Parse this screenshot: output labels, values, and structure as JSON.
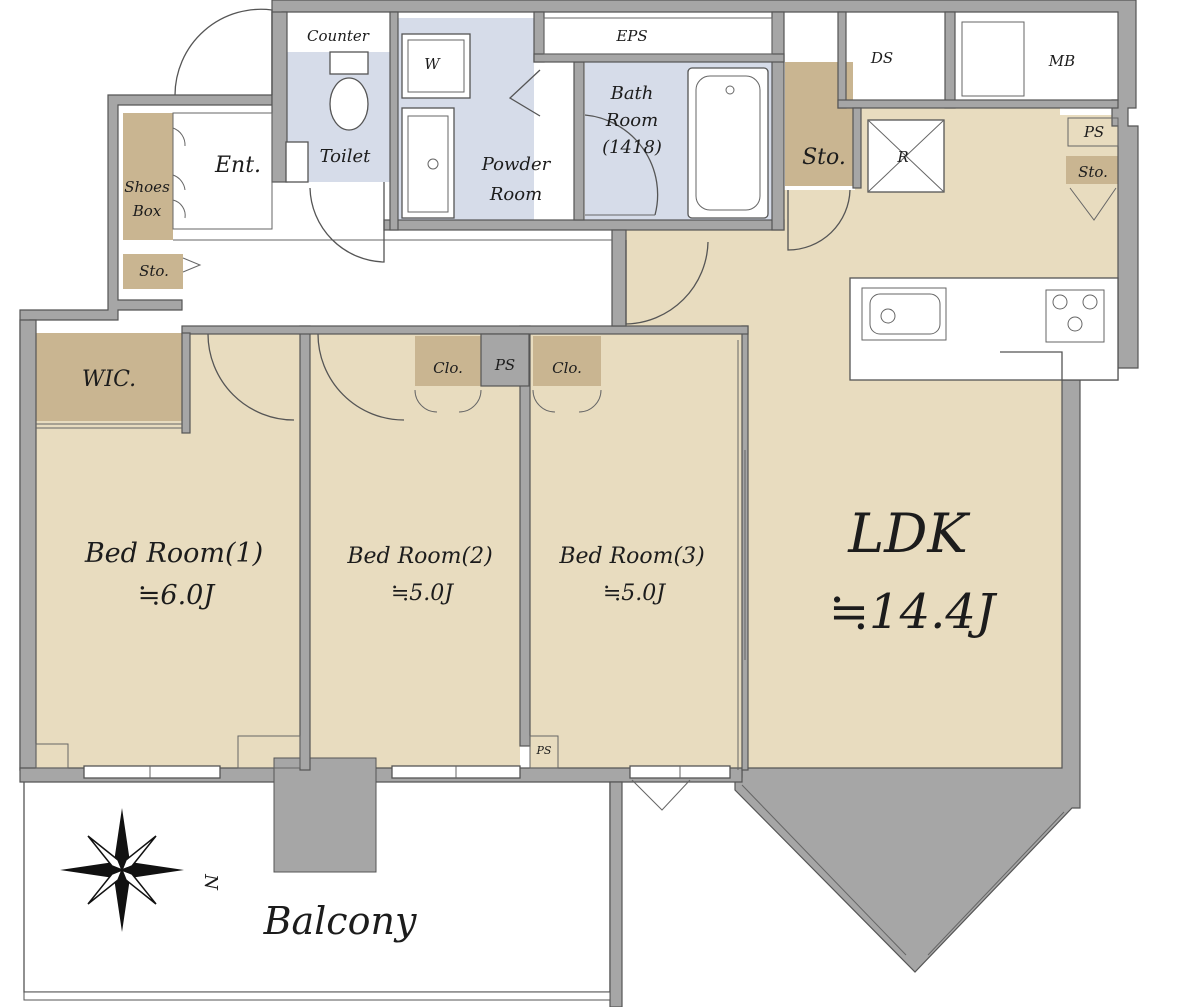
{
  "rooms": {
    "ldk": {
      "name": "LDK",
      "size": "≒14.4J"
    },
    "bed1": {
      "name": "Bed Room(1)",
      "size": "≒6.0J"
    },
    "bed2": {
      "name": "Bed Room(2)",
      "size": "≒5.0J"
    },
    "bed3": {
      "name": "Bed Room(3)",
      "size": "≒5.0J"
    },
    "wic": "WIC.",
    "clo_a": "Clo.",
    "clo_b": "Clo.",
    "ps_center": "PS",
    "ps_right": "PS",
    "ps_small": "PS",
    "entrance": "Ent.",
    "shoes_box_1": "Shoes",
    "shoes_box_2": "Box",
    "sto_entrance": "Sto.",
    "sto_kitchen": "Sto.",
    "sto_right": "Sto.",
    "toilet": "Toilet",
    "counter": "Counter",
    "washer": "W",
    "powder_room_1": "Powder",
    "powder_room_2": "Room",
    "bath_room_1": "Bath",
    "bath_room_2": "Room",
    "bath_room_3": "(1418)",
    "eps": "EPS",
    "ds": "DS",
    "mb": "MB",
    "fridge": "R",
    "balcony": "Balcony",
    "compass_north": "N"
  },
  "colors": {
    "floor": "#e8dcbf",
    "wet_area": "#d6dce9",
    "storage": "#c9b591",
    "wall": "#a6a6a6"
  }
}
